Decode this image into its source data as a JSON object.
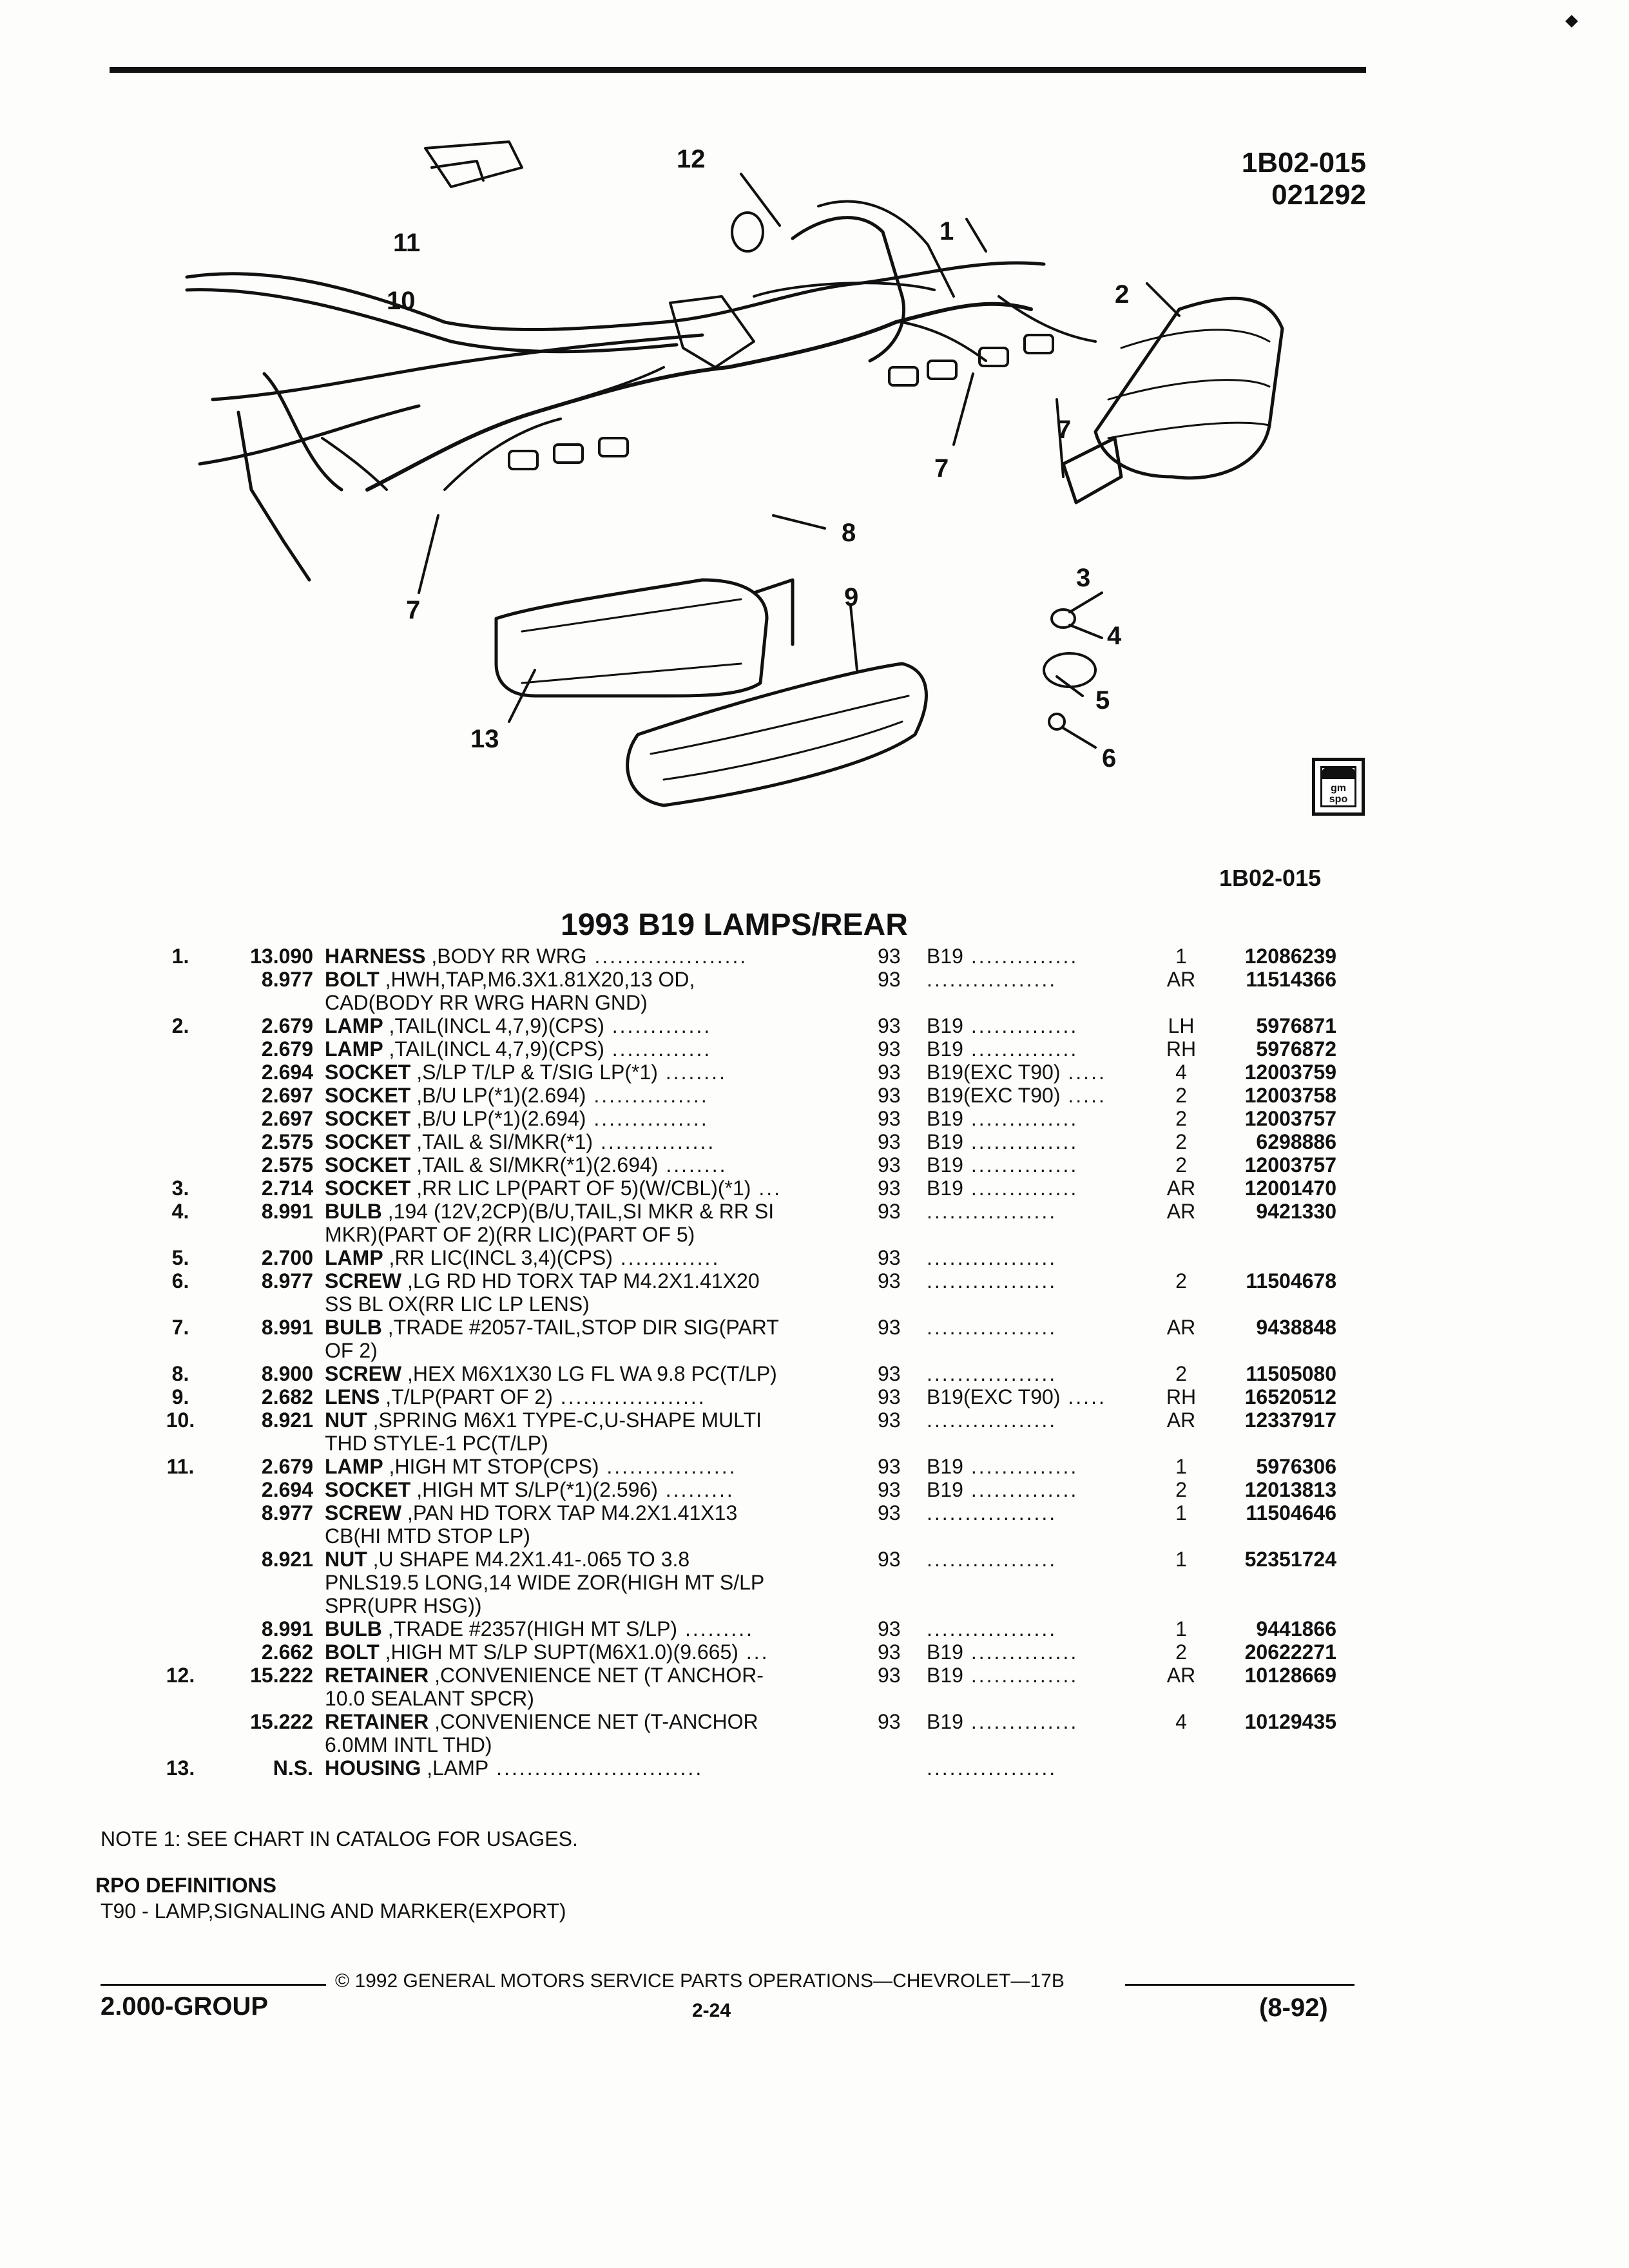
{
  "header": {
    "code": "1B02-015",
    "date": "021292"
  },
  "diagram_callouts": [
    "1",
    "2",
    "3",
    "4",
    "5",
    "6",
    "7",
    "7",
    "7",
    "8",
    "9",
    "10",
    "11",
    "12",
    "13"
  ],
  "logo": {
    "line1": "gm",
    "line2": "spo"
  },
  "figure_code": "1B02-015",
  "title": "1993 B19 LAMPS/REAR",
  "parts": [
    {
      "ref": "1.",
      "grp": "13.090",
      "name": "HARNESS",
      "desc": " ,BODY RR WRG",
      "lead": true,
      "yr": "93",
      "opt": "B19",
      "qty": "1",
      "pn": "12086239"
    },
    {
      "ref": "",
      "grp": "8.977",
      "name": "BOLT",
      "desc": " ,HWH,TAP,M6.3X1.81X20,13 OD,",
      "lead": false,
      "yr": "93",
      "opt": "",
      "qty": "AR",
      "pn": "11514366"
    },
    {
      "ref": "",
      "grp": "",
      "name": "",
      "desc": "CAD(BODY RR WRG HARN GND)",
      "lead": false,
      "yr": "",
      "opt": "",
      "qty": "",
      "pn": "",
      "nodots": true
    },
    {
      "ref": "2.",
      "grp": "2.679",
      "name": "LAMP",
      "desc": " ,TAIL(INCL 4,7,9)(CPS)",
      "lead": true,
      "yr": "93",
      "opt": "B19",
      "qty": "LH",
      "pn": "5976871"
    },
    {
      "ref": "",
      "grp": "2.679",
      "name": "LAMP",
      "desc": " ,TAIL(INCL 4,7,9)(CPS)",
      "lead": true,
      "yr": "93",
      "opt": "B19",
      "qty": "RH",
      "pn": "5976872"
    },
    {
      "ref": "",
      "grp": "2.694",
      "name": "SOCKET",
      "desc": " ,S/LP T/LP & T/SIG LP(*1)",
      "lead": true,
      "yr": "93",
      "opt": "B19(EXC T90)",
      "qty": "4",
      "pn": "12003759"
    },
    {
      "ref": "",
      "grp": "2.697",
      "name": "SOCKET",
      "desc": " ,B/U LP(*1)(2.694)",
      "lead": true,
      "yr": "93",
      "opt": "B19(EXC T90)",
      "qty": "2",
      "pn": "12003758"
    },
    {
      "ref": "",
      "grp": "2.697",
      "name": "SOCKET",
      "desc": " ,B/U LP(*1)(2.694)",
      "lead": true,
      "yr": "93",
      "opt": "B19",
      "qty": "2",
      "pn": "12003757"
    },
    {
      "ref": "",
      "grp": "2.575",
      "name": "SOCKET",
      "desc": " ,TAIL & SI/MKR(*1)",
      "lead": true,
      "yr": "93",
      "opt": "B19",
      "qty": "2",
      "pn": "6298886"
    },
    {
      "ref": "",
      "grp": "2.575",
      "name": "SOCKET",
      "desc": " ,TAIL & SI/MKR(*1)(2.694)",
      "lead": true,
      "yr": "93",
      "opt": "B19",
      "qty": "2",
      "pn": "12003757"
    },
    {
      "ref": "3.",
      "grp": "2.714",
      "name": "SOCKET",
      "desc": " ,RR LIC LP(PART OF 5)(W/CBL)(*1)",
      "lead": true,
      "yr": "93",
      "opt": "B19",
      "qty": "AR",
      "pn": "12001470"
    },
    {
      "ref": "4.",
      "grp": "8.991",
      "name": "BULB",
      "desc": " ,194 (12V,2CP)(B/U,TAIL,SI MKR & RR SI",
      "lead": false,
      "yr": "93",
      "opt": "",
      "qty": "AR",
      "pn": "9421330"
    },
    {
      "ref": "",
      "grp": "",
      "name": "",
      "desc": "MKR)(PART OF 2)(RR LIC)(PART OF 5)",
      "lead": false,
      "yr": "",
      "opt": "",
      "qty": "",
      "pn": "",
      "nodots": true
    },
    {
      "ref": "5.",
      "grp": "2.700",
      "name": "LAMP",
      "desc": " ,RR LIC(INCL 3,4)(CPS)",
      "lead": true,
      "yr": "93",
      "opt": "",
      "qty": "",
      "pn": ""
    },
    {
      "ref": "6.",
      "grp": "8.977",
      "name": "SCREW",
      "desc": " ,LG RD HD TORX TAP M4.2X1.41X20",
      "lead": false,
      "yr": "93",
      "opt": "",
      "qty": "2",
      "pn": "11504678"
    },
    {
      "ref": "",
      "grp": "",
      "name": "",
      "desc": "SS BL OX(RR LIC LP LENS)",
      "lead": false,
      "yr": "",
      "opt": "",
      "qty": "",
      "pn": "",
      "nodots": true
    },
    {
      "ref": "7.",
      "grp": "8.991",
      "name": "BULB",
      "desc": " ,TRADE #2057-TAIL,STOP DIR SIG(PART",
      "lead": false,
      "yr": "93",
      "opt": "",
      "qty": "AR",
      "pn": "9438848"
    },
    {
      "ref": "",
      "grp": "",
      "name": "",
      "desc": "OF 2)",
      "lead": false,
      "yr": "",
      "opt": "",
      "qty": "",
      "pn": "",
      "nodots": true
    },
    {
      "ref": "8.",
      "grp": "8.900",
      "name": "SCREW",
      "desc": " ,HEX M6X1X30 LG FL WA 9.8 PC(T/LP)",
      "lead": false,
      "yr": "93",
      "opt": "",
      "qty": "2",
      "pn": "11505080"
    },
    {
      "ref": "9.",
      "grp": "2.682",
      "name": "LENS",
      "desc": " ,T/LP(PART OF 2)",
      "lead": true,
      "yr": "93",
      "opt": "B19(EXC T90)",
      "qty": "RH",
      "pn": "16520512"
    },
    {
      "ref": "10.",
      "grp": "8.921",
      "name": "NUT",
      "desc": " ,SPRING M6X1 TYPE-C,U-SHAPE MULTI",
      "lead": false,
      "yr": "93",
      "opt": "",
      "qty": "AR",
      "pn": "12337917"
    },
    {
      "ref": "",
      "grp": "",
      "name": "",
      "desc": "THD STYLE-1 PC(T/LP)",
      "lead": false,
      "yr": "",
      "opt": "",
      "qty": "",
      "pn": "",
      "nodots": true
    },
    {
      "ref": "11.",
      "grp": "2.679",
      "name": "LAMP",
      "desc": " ,HIGH MT STOP(CPS)",
      "lead": true,
      "yr": "93",
      "opt": "B19",
      "qty": "1",
      "pn": "5976306"
    },
    {
      "ref": "",
      "grp": "2.694",
      "name": "SOCKET",
      "desc": " ,HIGH MT S/LP(*1)(2.596)",
      "lead": true,
      "yr": "93",
      "opt": "B19",
      "qty": "2",
      "pn": "12013813"
    },
    {
      "ref": "",
      "grp": "8.977",
      "name": "SCREW",
      "desc": " ,PAN HD TORX TAP M4.2X1.41X13",
      "lead": false,
      "yr": "93",
      "opt": "",
      "qty": "1",
      "pn": "11504646"
    },
    {
      "ref": "",
      "grp": "",
      "name": "",
      "desc": "CB(HI MTD STOP LP)",
      "lead": false,
      "yr": "",
      "opt": "",
      "qty": "",
      "pn": "",
      "nodots": true
    },
    {
      "ref": "",
      "grp": "8.921",
      "name": "NUT",
      "desc": " ,U SHAPE M4.2X1.41-.065 TO 3.8",
      "lead": false,
      "yr": "93",
      "opt": "",
      "qty": "1",
      "pn": "52351724"
    },
    {
      "ref": "",
      "grp": "",
      "name": "",
      "desc": "PNLS19.5 LONG,14 WIDE ZOR(HIGH MT S/LP",
      "lead": false,
      "yr": "",
      "opt": "",
      "qty": "",
      "pn": "",
      "nodots": true
    },
    {
      "ref": "",
      "grp": "",
      "name": "",
      "desc": "SPR(UPR HSG))",
      "lead": false,
      "yr": "",
      "opt": "",
      "qty": "",
      "pn": "",
      "nodots": true
    },
    {
      "ref": "",
      "grp": "8.991",
      "name": "BULB",
      "desc": " ,TRADE #2357(HIGH MT S/LP)",
      "lead": true,
      "yr": "93",
      "opt": "",
      "qty": "1",
      "pn": "9441866"
    },
    {
      "ref": "",
      "grp": "2.662",
      "name": "BOLT",
      "desc": " ,HIGH MT S/LP SUPT(M6X1.0)(9.665)",
      "lead": true,
      "yr": "93",
      "opt": "B19",
      "qty": "2",
      "pn": "20622271"
    },
    {
      "ref": "12.",
      "grp": "15.222",
      "name": "RETAINER",
      "desc": " ,CONVENIENCE NET (T ANCHOR-",
      "lead": false,
      "yr": "93",
      "opt": "B19",
      "qty": "AR",
      "pn": "10128669"
    },
    {
      "ref": "",
      "grp": "",
      "name": "",
      "desc": "10.0 SEALANT SPCR)",
      "lead": false,
      "yr": "",
      "opt": "",
      "qty": "",
      "pn": "",
      "nodots": true
    },
    {
      "ref": "",
      "grp": "15.222",
      "name": "RETAINER",
      "desc": " ,CONVENIENCE NET (T-ANCHOR",
      "lead": false,
      "yr": "93",
      "opt": "B19",
      "qty": "4",
      "pn": "10129435"
    },
    {
      "ref": "",
      "grp": "",
      "name": "",
      "desc": "6.0MM INTL THD)",
      "lead": false,
      "yr": "",
      "opt": "",
      "qty": "",
      "pn": "",
      "nodots": true
    },
    {
      "ref": "13.",
      "grp": "N.S.",
      "name": "HOUSING",
      "desc": " ,LAMP",
      "lead": true,
      "yr": "",
      "opt": "",
      "qty": "",
      "pn": ""
    }
  ],
  "note": "NOTE  1:  SEE CHART IN CATALOG FOR USAGES.",
  "rpo_heading": "RPO DEFINITIONS",
  "rpo_definition": "T90 - LAMP,SIGNALING AND MARKER(EXPORT)",
  "footer": {
    "copyright": "© 1992 GENERAL MOTORS SERVICE PARTS OPERATIONS—CHEVROLET—17B",
    "group": "2.000-GROUP",
    "page": "2-24",
    "revision": "(8-92)"
  }
}
